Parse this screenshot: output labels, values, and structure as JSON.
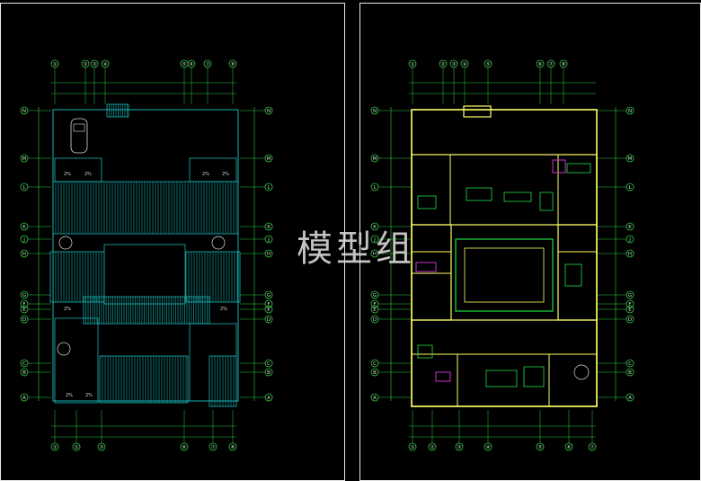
{
  "watermark": "模型组",
  "colors": {
    "background": "#000000",
    "sheet_border": "#e8e8e8",
    "grid_line": "#2ecc40",
    "roof": "#19b5b5",
    "wall": "#ffff66",
    "furniture": "#22dd44",
    "bathroom": "#cc33cc",
    "annotation": "#dddddd"
  },
  "left_plan": {
    "top_axis_labels": [
      "①",
      "②",
      "③",
      "④",
      "⑤",
      "⑥",
      "⑦",
      "⑧"
    ],
    "bottom_axis_labels": [
      "①",
      "②",
      "③",
      "⑥",
      "⑦",
      "⑧"
    ],
    "left_axis_labels": [
      "N",
      "M",
      "L",
      "K",
      "J",
      "H",
      "G",
      "F",
      "E",
      "D",
      "C",
      "B",
      "A"
    ],
    "right_axis_labels": [
      "N",
      "M",
      "L",
      "K",
      "J",
      "H",
      "G",
      "F",
      "E",
      "D",
      "C",
      "B",
      "A"
    ],
    "slope_labels": [
      "2%",
      "2%",
      "2%",
      "2%",
      "2%",
      "2%",
      "2%",
      "2%"
    ]
  },
  "right_plan": {
    "top_axis_labels": [
      "①",
      "②",
      "③",
      "④",
      "⑤",
      "⑥",
      "⑦",
      "⑧"
    ],
    "bottom_axis_labels": [
      "①",
      "②",
      "③",
      "④",
      "⑤",
      "⑥",
      "⑦"
    ],
    "left_axis_labels": [
      "N",
      "M",
      "L",
      "K",
      "J",
      "H",
      "G",
      "F",
      "E",
      "D",
      "C",
      "B",
      "A"
    ],
    "right_axis_labels": [
      "N",
      "M",
      "L",
      "K",
      "J",
      "H",
      "G",
      "F",
      "E",
      "D",
      "C",
      "B",
      "A"
    ]
  }
}
